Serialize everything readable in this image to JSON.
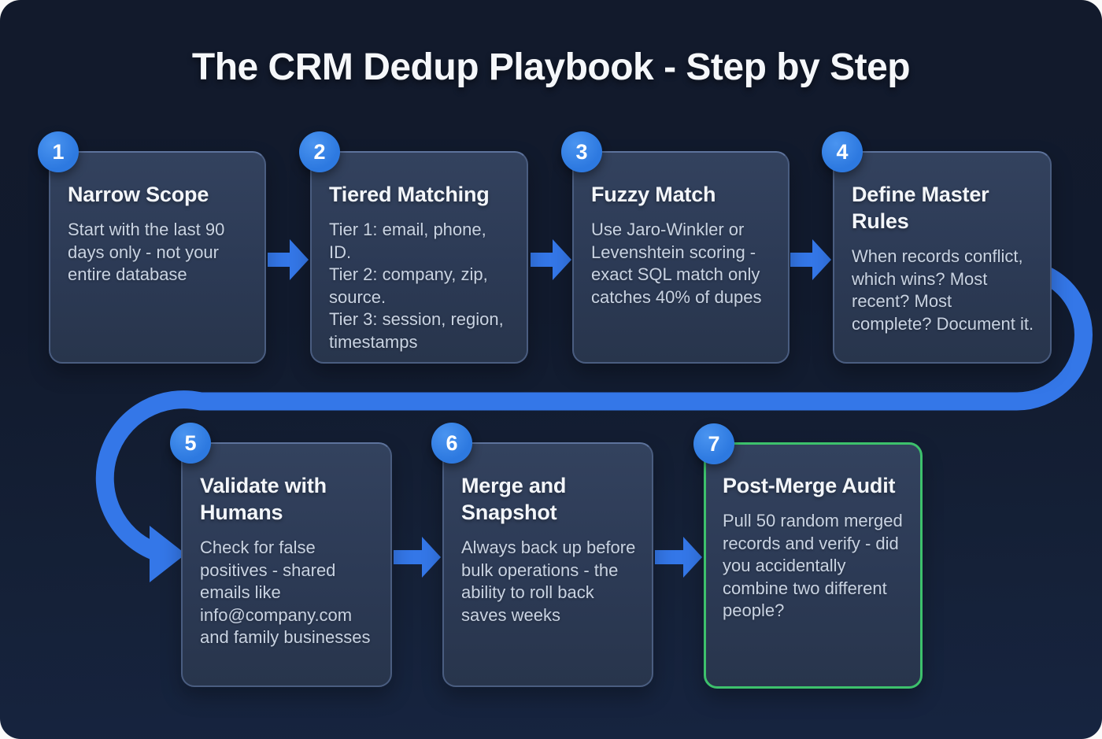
{
  "title": "The CRM Dedup Playbook - Step by Step",
  "colors": {
    "accent_blue": "#3477e8",
    "badge_blue": "#2d79e0",
    "highlight_green": "#3dc16c",
    "card_border": "#4a5d80",
    "canvas_bg": "#121b2d",
    "title_color": "#f5f7fa",
    "heading_color": "#f3f6fa",
    "body_color": "#c9d3e2"
  },
  "icons": [
    "arrow-right-icon",
    "curved-connector-arrow",
    "arrowhead-icon",
    "number-badge"
  ],
  "steps": [
    {
      "num": "1",
      "title": "Narrow Scope",
      "body": "Start with the last 90 days only - not your entire database",
      "highlighted": false
    },
    {
      "num": "2",
      "title": "Tiered Matching",
      "body": "Tier 1: email, phone, ID.\nTier 2: company, zip, source.\nTier 3: session, region, timestamps",
      "highlighted": false
    },
    {
      "num": "3",
      "title": "Fuzzy Match",
      "body": "Use Jaro-Winkler or Levenshtein scoring - exact SQL match only catches 40% of dupes",
      "highlighted": false
    },
    {
      "num": "4",
      "title": "Define Master Rules",
      "body": "When records conflict, which wins? Most recent? Most complete? Document it.",
      "highlighted": false
    },
    {
      "num": "5",
      "title": "Validate with Humans",
      "body": "Check for false positives - shared emails like info@company.com and family businesses",
      "highlighted": false
    },
    {
      "num": "6",
      "title": "Merge and Snapshot",
      "body": "Always back up before bulk operations - the ability to roll back saves weeks",
      "highlighted": false
    },
    {
      "num": "7",
      "title": "Post-Merge Audit",
      "body": "Pull 50 random merged records and verify - did you accidentally combine two different people?",
      "highlighted": true
    }
  ]
}
